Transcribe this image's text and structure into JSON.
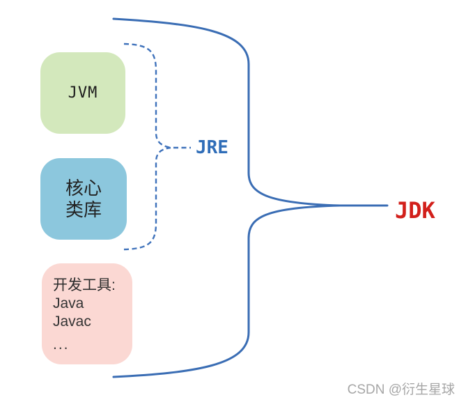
{
  "boxes": {
    "jvm": {
      "label": "JVM",
      "bg": "#d3e8bc"
    },
    "core": {
      "line1": "核心",
      "line2": "类库",
      "bg": "#8cc7dd"
    },
    "tools": {
      "title": "开发工具:",
      "item1": "Java",
      "item2": "Javac",
      "item3": "...",
      "bg": "#fbd8d3"
    }
  },
  "labels": {
    "jre": {
      "text": "JRE",
      "color": "#2f6db8"
    },
    "jdk": {
      "text": "JDK",
      "color": "#d2201b"
    }
  },
  "brace": {
    "solid_color": "#3a6db4",
    "dashed_color": "#3f72bb"
  },
  "watermark": {
    "text": "CSDN @衍生星球",
    "color": "#a6a6a6"
  }
}
